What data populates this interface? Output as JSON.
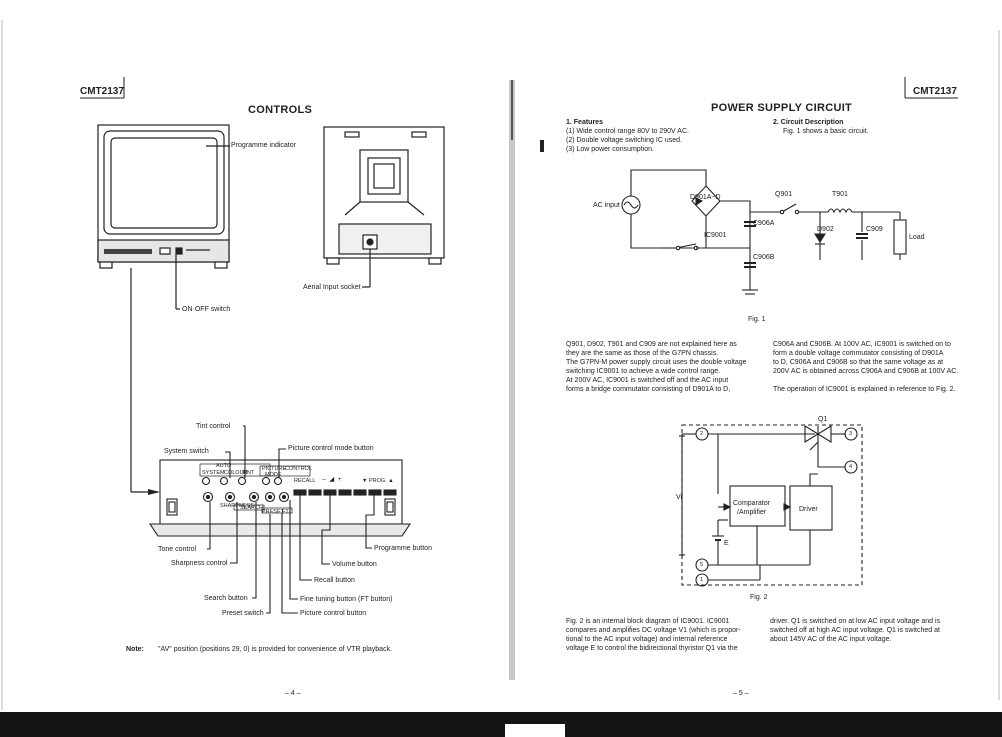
{
  "left_page": {
    "model_label": "CMT2137",
    "title": "CONTROLS",
    "tv_front_labels": {
      "programme_indicator": "Programme indicator",
      "on_off_switch": "ON·OFF switch",
      "aerial_input_socket": "Aerial Input socket"
    },
    "panel_labels": {
      "tint_control": "Tint control",
      "system_switch": "System switch",
      "picture_control_mode_button": "Picture control mode button",
      "tone_control": "Tone control",
      "sharpness_control": "Sharpness control",
      "search_button": "Search button",
      "preset_switch": "Preset switch",
      "programme_button": "Programme button",
      "volume_button": "Volume button",
      "recall_button": "Recall button",
      "fine_tuning_button": "Fine tuning button (FT button)",
      "picture_control_button": "Picture control button"
    },
    "panel_small_text": {
      "auto": "AUTO",
      "system": "SYSTEM",
      "tint": "TINT",
      "colour": "COLOUR",
      "picture": "PICTURE",
      "control": "CONTROL",
      "mode": "MODE",
      "recall": "RECALL",
      "prog": "▼ PROG. ▲",
      "sharpness": "SHARPNESS",
      "search": "SEARCH",
      "preset": "PRESET",
      "ft": "FT"
    },
    "note_label": "Note:",
    "note_text": "\"AV\" position (positions 29, 0) is provided for convenience of VTR playback.",
    "page_number": "– 4 –"
  },
  "right_page": {
    "model_label": "CMT2137",
    "title": "POWER SUPPLY CIRCUIT",
    "features_heading": "1. Features",
    "features": [
      "(1)  Wide control range 80V to 290V AC.",
      "(2)  Double voltage switching IC used.",
      "(3)  Low power consumption."
    ],
    "circuit_heading": "2. Circuit Description",
    "circuit_intro": "Fig. 1 shows a basic circuit.",
    "fig1_labels": {
      "ac_input": "AC input",
      "bridge": "D901A~D",
      "q901": "Q901",
      "t901": "T901",
      "c906a": "C906A",
      "c906b": "C906B",
      "ic9001": "IC9001",
      "d902": "D902",
      "c909": "C909",
      "load": "Load",
      "caption": "Fig. 1"
    },
    "para1_col1": [
      "Q901, D902, T901 and C909 are not explained here as",
      "they are the same as those of the G7PN chassis.",
      "The G7PN-M power supply circuit uses the double voltage",
      "switching IC9001 to achieve a wide control range.",
      "At 200V AC, IC9001 is switched off and the AC input",
      "forms a bridge commutator consisting of D901A to D,"
    ],
    "para1_col2": [
      "C906A and C906B. At 100V AC, IC9001 is switched on to",
      "form a double voltage commutator consisting of D901A",
      "to D, C906A and C906B so that the same voltage as at",
      "200V AC is obtained across C906A and C906B at 100V AC.",
      "",
      "The operation of IC9001 is explained in reference to Fig. 2."
    ],
    "fig2_labels": {
      "q1": "Q1",
      "n2": "2",
      "n3": "3",
      "n4": "4",
      "n5": "5",
      "n1": "1",
      "vi": "Vi",
      "comparator_line1": "Comparator",
      "comparator_line2": "/Amplifier",
      "driver": "Driver",
      "e": "E",
      "caption": "Fig. 2"
    },
    "para2_col1": [
      "Fig. 2 is an internal block diagram of IC9001. IC9001",
      "compares and amplifies DC voltage V1 (which is propor-",
      "tional to the AC input voltage) and internal reference",
      "voltage E to control the bidirectional thyristor Q1 via the"
    ],
    "para2_col2": [
      "driver. Q1 is switched on at low AC input voltage and is",
      "switched off at high AC input voltage. Q1 is switched at",
      "about 145V AC of the AC input voltage."
    ],
    "page_number": "– 5 –"
  }
}
